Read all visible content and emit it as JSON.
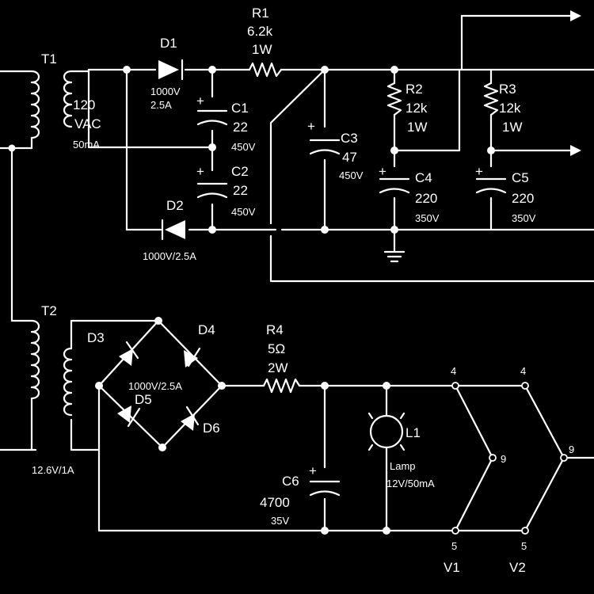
{
  "components": {
    "T1": {
      "ref": "T1",
      "primary": "120",
      "primary2": "VAC",
      "secondary": "50mA"
    },
    "T2": {
      "ref": "T2",
      "rating": "12.6V/1A"
    },
    "D1": {
      "ref": "D1",
      "v": "1000V",
      "i": "2.5A"
    },
    "D2": {
      "ref": "D2",
      "rating": "1000V/2.5A"
    },
    "D3": {
      "ref": "D3"
    },
    "D4": {
      "ref": "D4"
    },
    "D5": {
      "ref": "D5"
    },
    "D6": {
      "ref": "D6"
    },
    "bridge_rating": "1000V/2.5A",
    "R1": {
      "ref": "R1",
      "value": "6.2k",
      "power": "1W"
    },
    "R2": {
      "ref": "R2",
      "value": "12k",
      "power": "1W"
    },
    "R3": {
      "ref": "R3",
      "value": "12k",
      "power": "1W"
    },
    "R4": {
      "ref": "R4",
      "value": "5Ω",
      "power": "2W"
    },
    "C1": {
      "ref": "C1",
      "value": "22",
      "voltage": "450V"
    },
    "C2": {
      "ref": "C2",
      "value": "22",
      "voltage": "450V"
    },
    "C3": {
      "ref": "C3",
      "value": "47",
      "voltage": "450V"
    },
    "C4": {
      "ref": "C4",
      "value": "220",
      "voltage": "350V"
    },
    "C5": {
      "ref": "C5",
      "value": "220",
      "voltage": "350V"
    },
    "C6": {
      "ref": "C6",
      "value": "4700",
      "voltage": "35V"
    },
    "L1": {
      "ref": "L1",
      "desc": "Lamp",
      "rating": "12V/50mA"
    }
  },
  "tubes": {
    "V1": {
      "ref": "V1",
      "pin_top": "4",
      "pin_mid": "9",
      "pin_bot": "5"
    },
    "V2": {
      "ref": "V2",
      "pin_top": "4",
      "pin_mid": "9",
      "pin_bot": "5"
    }
  },
  "polarity_mark": "+"
}
